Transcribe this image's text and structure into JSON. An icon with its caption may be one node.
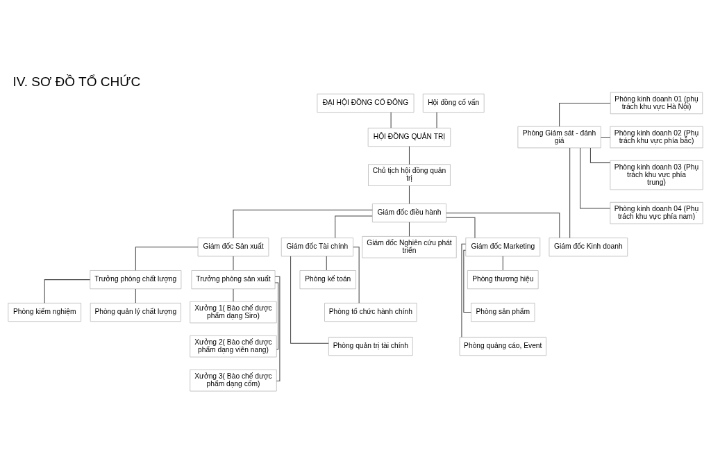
{
  "diagram": {
    "title": "IV. SƠ ĐỒ TỔ CHỨC",
    "nodes": [
      {
        "text": [
          "ĐẠI HỘI ĐỒNG CỔ ĐÔNG"
        ]
      },
      {
        "text": [
          "HỘI ĐỒNG QUẢN TRỊ"
        ]
      },
      {
        "text": [
          "Hội đồng cố vấn"
        ]
      },
      {
        "text": [
          "Chủ tịch hội đồng quản trị"
        ]
      },
      {
        "text": [
          "Giám đốc điều hành"
        ]
      },
      {
        "text": [
          "Giám đốc Sản xuất"
        ]
      },
      {
        "text": [
          "Giám đốc Tài chính"
        ]
      },
      {
        "text": [
          "Giám đốc Nghiên cứu phát triển"
        ]
      },
      {
        "text": [
          "Giám đốc Marketing"
        ]
      },
      {
        "text": [
          "Giám đốc Kinh doanh"
        ]
      },
      {
        "text": [
          "Trưởng phòng chất lượng"
        ]
      },
      {
        "text": [
          "Trưởng phòng sản xuất"
        ]
      },
      {
        "text": [
          "Phòng kế toán"
        ]
      },
      {
        "text": [
          "Phòng thương hiệu"
        ]
      },
      {
        "text": [
          "Phòng kinh doanh 01 (phụ trách khu vực Hà Nội)"
        ]
      },
      {
        "text": [
          "Phòng Giám sát - đánh giá"
        ]
      },
      {
        "text": [
          "Phòng kiểm nghiệm"
        ]
      },
      {
        "text": [
          "Phòng quản lý chất lượng"
        ]
      },
      {
        "text": [
          "Xưởng 1( Bào chế dược phẩm dạng Siro)"
        ]
      },
      {
        "text": [
          "Phòng tổ chức hành chính"
        ]
      },
      {
        "text": [
          "Phòng sản phẩm"
        ]
      },
      {
        "text": [
          "Phòng kinh doanh 02 (Phụ trách khu vực phía bắc)"
        ]
      },
      {
        "text": [
          "Xưởng 2( Bào chế dược phẩm dạng viên nang)"
        ]
      },
      {
        "text": [
          "Phòng quản trị tài chính"
        ]
      },
      {
        "text": [
          "Phòng quảng cáo, Event"
        ]
      },
      {
        "text": [
          "Phòng kinh doanh 03 (Phụ trách khu vực phía trung)"
        ]
      },
      {
        "text": [
          "Xưởng 3( Bào chế dược phẩm dạng cốm)"
        ]
      },
      {
        "text": [
          "Phòng kinh doanh 04 (Phụ trách khu vực phía nam)"
        ]
      }
    ],
    "edges": [
      {
        "from": 0,
        "to": 1,
        "arrow": "none"
      },
      {
        "from": 1,
        "to": 3,
        "arrow": "none"
      },
      {
        "from": 2,
        "to": 1,
        "arrow": "none"
      },
      {
        "from": 3,
        "to": 4,
        "arrow": "none"
      },
      {
        "from": 4,
        "to": 5,
        "arrow": "none"
      },
      {
        "from": 4,
        "to": 6,
        "arrow": "none"
      },
      {
        "from": 4,
        "to": 7,
        "arrow": "none"
      },
      {
        "from": 4,
        "to": 8,
        "arrow": "none"
      },
      {
        "from": 4,
        "to": 9,
        "arrow": "none"
      },
      {
        "from": 5,
        "to": 10,
        "arrow": "none"
      },
      {
        "from": 5,
        "to": 11,
        "arrow": "none"
      },
      {
        "from": 10,
        "to": 16,
        "arrow": "none"
      },
      {
        "from": 10,
        "to": 17,
        "arrow": "none"
      },
      {
        "from": 11,
        "to": 18,
        "arrow": "none"
      },
      {
        "from": 11,
        "to": 22,
        "arrow": "none"
      },
      {
        "from": 11,
        "to": 26,
        "arrow": "none"
      },
      {
        "from": 6,
        "to": 12,
        "arrow": "none"
      },
      {
        "from": 6,
        "to": 19,
        "arrow": "none"
      },
      {
        "from": 6,
        "to": 23,
        "arrow": "none"
      },
      {
        "from": 8,
        "to": 13,
        "arrow": "none"
      },
      {
        "from": 8,
        "to": 20,
        "arrow": "none"
      },
      {
        "from": 8,
        "to": 24,
        "arrow": "none"
      },
      {
        "from": 9,
        "to": 15,
        "arrow": "none"
      },
      {
        "from": 14,
        "to": 15,
        "arrow": "none"
      },
      {
        "from": 21,
        "to": 15,
        "arrow": "none"
      },
      {
        "from": 25,
        "to": 15,
        "arrow": "none"
      },
      {
        "from": 27,
        "to": 15,
        "arrow": "none"
      }
    ]
  }
}
